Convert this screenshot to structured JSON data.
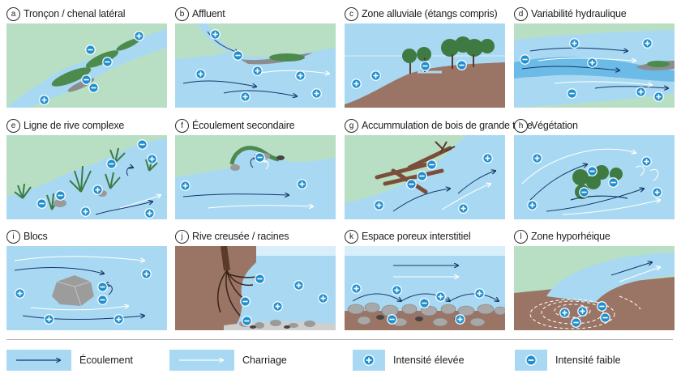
{
  "panels": [
    {
      "letter": "a",
      "title": "Tronçon / chenal latéral"
    },
    {
      "letter": "b",
      "title": "Affluent"
    },
    {
      "letter": "c",
      "title": "Zone alluviale (étangs compris)"
    },
    {
      "letter": "d",
      "title": "Variabilité hydraulique"
    },
    {
      "letter": "e",
      "title": "Ligne de rive complexe"
    },
    {
      "letter": "f",
      "title": "Écoulement secondaire"
    },
    {
      "letter": "g",
      "title": "Accummulation de bois de grande taille"
    },
    {
      "letter": "h",
      "title": "Végétation"
    },
    {
      "letter": "i",
      "title": "Blocs"
    },
    {
      "letter": "j",
      "title": "Rive creusée / racines"
    },
    {
      "letter": "k",
      "title": "Espace poreux interstitiel"
    },
    {
      "letter": "l",
      "title": "Zone hyporhéique"
    }
  ],
  "legend": {
    "flow": "Écoulement",
    "transport": "Charriage",
    "high": "Intensité élevée",
    "low": "Intensité faible"
  },
  "colors": {
    "water": "#a9d9f2",
    "land": "#b8dfc4",
    "soil": "#9a7566",
    "vegetation": "#3e7a42",
    "symbol": "#1f8fcf",
    "arrow": "#14376b"
  }
}
